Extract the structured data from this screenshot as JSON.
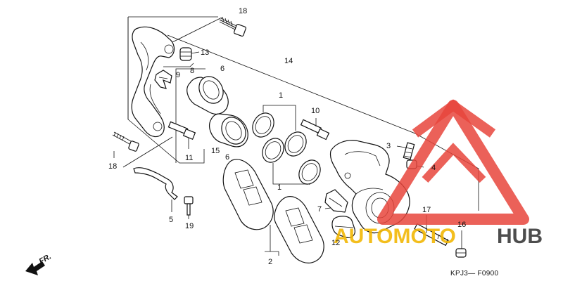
{
  "labels": {
    "p1": "1",
    "p1b": "1",
    "p2": "2",
    "p3": "3",
    "p4": "4",
    "p5": "5",
    "p6": "6",
    "p6b": "6",
    "p7": "7",
    "p8": "8",
    "p9": "9",
    "p10": "10",
    "p11": "11",
    "p12": "12",
    "p13": "13",
    "p14": "14",
    "p15": "15",
    "p16": "16",
    "p17": "17",
    "p18": "18",
    "p18b": "18",
    "p19": "19"
  },
  "front_marker": "FR.",
  "diagram_code": "KPJ3— F0900",
  "watermark": {
    "part1": "AUTOMOTO",
    "part2": "HUB",
    "color_primary": "#e8453c",
    "color_secondary": "#f2b705",
    "color_dark": "#3a3a3a"
  }
}
